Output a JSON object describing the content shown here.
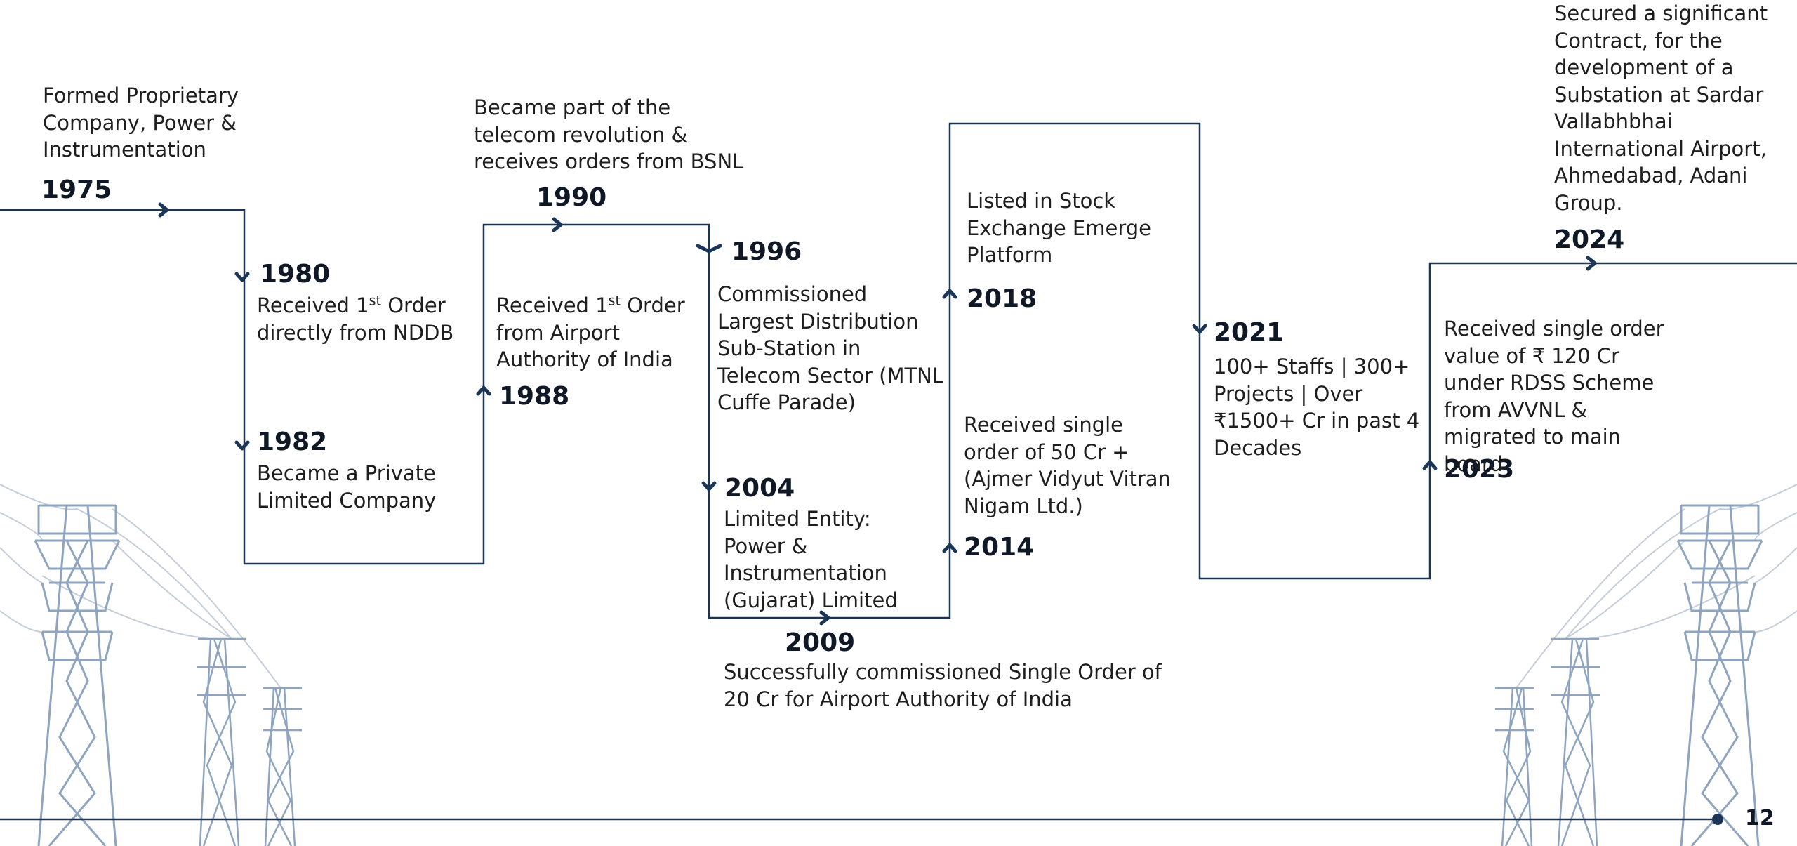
{
  "page": {
    "number": "12"
  },
  "colors": {
    "line": "#1b3557",
    "tower": "#8fa5bf",
    "wire": "#c4ceda",
    "text": "#1e1e1e",
    "year": "#101826"
  },
  "milestones": {
    "m1975": {
      "year": "1975",
      "text": "Formed Proprietary Company, Power & Instrumentation"
    },
    "m1980": {
      "year": "1980",
      "pre": "Received 1",
      "sup": "st",
      "post": " Order directly from NDDB"
    },
    "m1982": {
      "year": "1982",
      "text": "Became a Private Limited Company"
    },
    "m1988": {
      "year": "1988",
      "pre": "Received 1",
      "sup": "st",
      "post": "  Order from Airport Authority of India"
    },
    "m1990": {
      "year": "1990",
      "text": "Became part of the telecom revolution & receives orders from BSNL"
    },
    "m1996": {
      "year": "1996",
      "text": "Commissioned Largest Distribution Sub-Station in Telecom Sector (MTNL Cuffe Parade)"
    },
    "m2004": {
      "year": "2004",
      "text": "Limited Entity: Power & Instrumentation (Gujarat) Limited"
    },
    "m2009": {
      "year": "2009",
      "text": "Successfully commissioned Single Order of 20 Cr for Airport Authority of India"
    },
    "m2014": {
      "year": "2014",
      "text": "Received single order of 50 Cr + (Ajmer Vidyut Vitran Nigam Ltd.)"
    },
    "m2018": {
      "year": "2018",
      "text": "Listed in Stock Exchange Emerge Platform"
    },
    "m2021": {
      "year": "2021",
      "text": "100+ Staffs | 300+ Projects | Over ₹1500+ Cr in past 4 Decades"
    },
    "m2023": {
      "year": "2023",
      "text": "Received single order value of ₹ 120 Cr under RDSS Scheme from AVVNL & migrated to main board"
    },
    "m2024": {
      "year": "2024",
      "text": "Secured a significant Contract, for the development of a Substation at Sardar Vallabhbhai International Airport, Ahmedabad, Adani Group."
    }
  }
}
